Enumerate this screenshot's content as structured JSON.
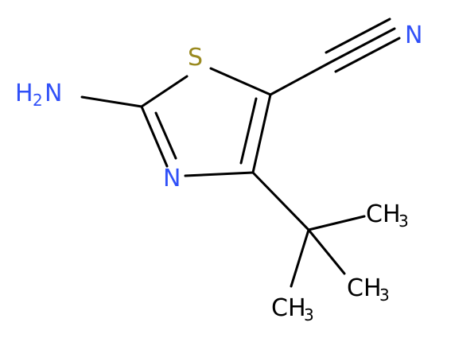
{
  "molecule": {
    "colors": {
      "bond": "#000000",
      "nitrogen": "#3050F8",
      "sulfur": "#9A8A20",
      "carbon": "#000000"
    },
    "labels": {
      "amine_h": "H",
      "amine_h_sub": "2",
      "amine_n": "N",
      "sulfur": "S",
      "ring_nitrogen": "N",
      "nitrile_n": "N",
      "methyl_top_c": "CH",
      "methyl_top_sub": "3",
      "methyl_right_c": "CH",
      "methyl_right_sub": "3",
      "methyl_bottom_c": "CH",
      "methyl_bottom_sub": "3"
    }
  }
}
